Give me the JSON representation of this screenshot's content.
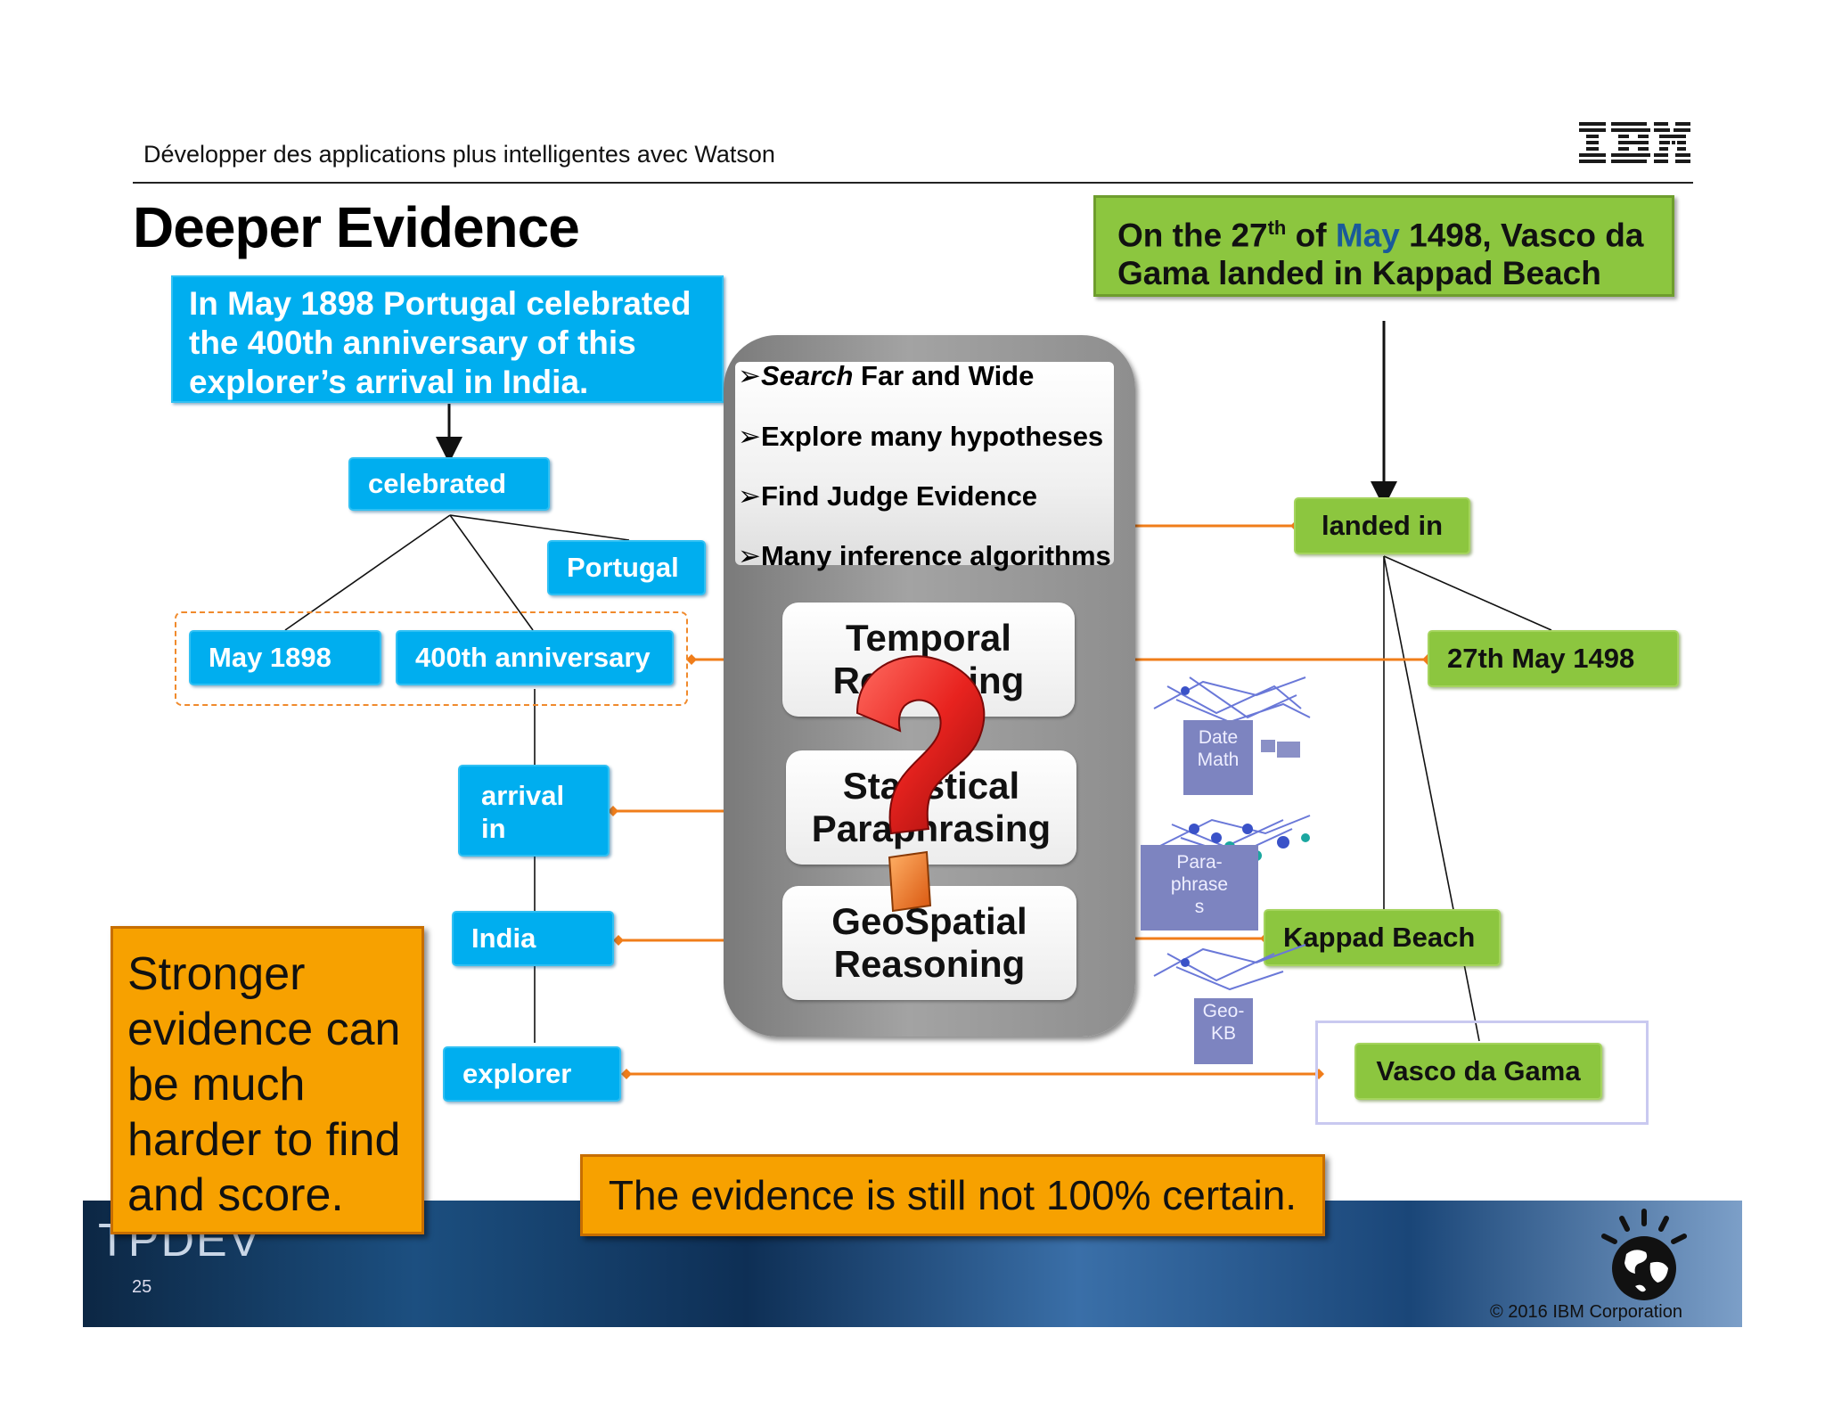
{
  "header": {
    "subtitle": "Développer des applications plus intelligentes avec Watson",
    "logo": "IBM"
  },
  "title": "Deeper Evidence",
  "question_box": {
    "line1": "In May 1898 Portugal celebrated",
    "line2": "the 400th anniversary of this",
    "line3": "explorer’s arrival in India."
  },
  "answer_box": {
    "pre": "On the 27",
    "sup": "th",
    "of": " of ",
    "may": "May",
    "post": " 1498, Vasco da",
    "line2": "Gama landed in Kappad Beach"
  },
  "left_nodes": {
    "celebrated": "celebrated",
    "portugal": "Portugal",
    "may1898": "May 1898",
    "anniversary": "400th anniversary",
    "arrival_line1": "arrival",
    "arrival_line2": "in",
    "india": "India",
    "explorer": "explorer"
  },
  "right_nodes": {
    "landed_in": "landed in",
    "date": "27th May 1498",
    "kappad": "Kappad Beach",
    "vasco": "Vasco da Gama"
  },
  "panel": {
    "bullets": [
      {
        "arrow": "➢",
        "italic": "Search",
        "rest": " Far and Wide"
      },
      {
        "arrow": "➢",
        "italic": "",
        "rest": "Explore many hypotheses"
      },
      {
        "arrow": "➢",
        "italic": "",
        "rest": "Find Judge Evidence"
      },
      {
        "arrow": "➢",
        "italic": "",
        "rest": "Many inference algorithms"
      }
    ],
    "reasoners": {
      "temporal_1": "Temporal",
      "temporal_2": "Reasoning",
      "statistical_1": "Statistical",
      "statistical_2": "Paraphrasing",
      "geo_1": "GeoSpatial",
      "geo_2": "Reasoning"
    }
  },
  "mini_boxes": {
    "date_math_1": "Date",
    "date_math_2": "Math",
    "para_1": "Para-",
    "para_2": "phrase",
    "para_3": "s",
    "geo_1": "Geo-",
    "geo_2": "KB"
  },
  "notes": {
    "stronger": "Stronger evidence can be much harder to find and score.",
    "bottom": "The evidence is still not 100% certain."
  },
  "footer": {
    "brand": "TPDEV",
    "page": "25",
    "copyright": "© 2016 IBM Corporation"
  },
  "colors": {
    "blue": "#00aeef",
    "green": "#8cc63f",
    "orange": "#f7a100",
    "connector": "#f07d1a",
    "question_mark": "#e8231f"
  },
  "icons": [
    "ibm-logo-icon",
    "question-mark-icon",
    "network-graph-icon",
    "smarter-planet-globe-icon"
  ]
}
